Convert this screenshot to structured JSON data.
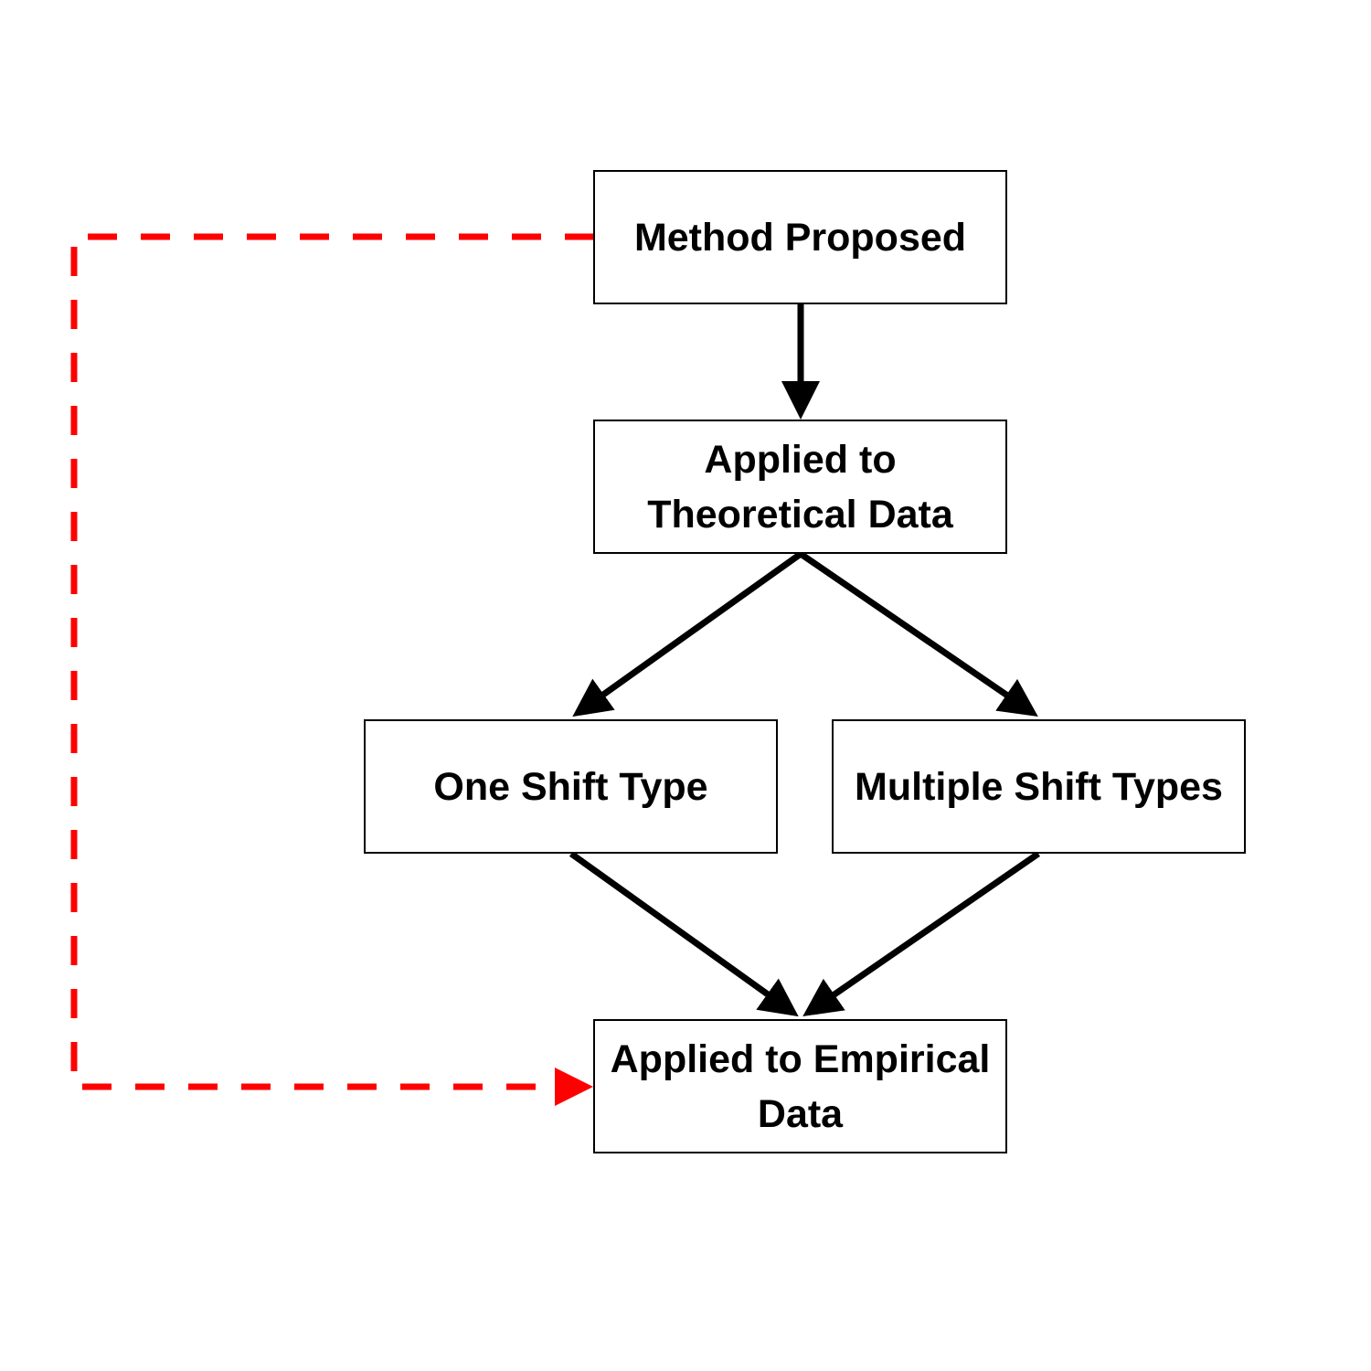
{
  "diagram": {
    "nodes": {
      "method": "Method Proposed",
      "theoretical": "Applied to Theoretical Data",
      "one_shift": "One Shift Type",
      "multiple_shift": "Multiple Shift Types",
      "empirical": "Applied to Empirical Data"
    },
    "edges": [
      {
        "from": "method",
        "to": "theoretical",
        "style": "solid"
      },
      {
        "from": "theoretical",
        "to": "one_shift",
        "style": "solid"
      },
      {
        "from": "theoretical",
        "to": "multiple_shift",
        "style": "solid"
      },
      {
        "from": "one_shift",
        "to": "empirical",
        "style": "solid"
      },
      {
        "from": "multiple_shift",
        "to": "empirical",
        "style": "solid"
      },
      {
        "from": "method",
        "to": "empirical",
        "style": "dashed"
      }
    ],
    "colors": {
      "solid_arrow": "#000000",
      "dashed_arrow": "#ff0000",
      "box_border": "#000000",
      "text": "#000000"
    }
  }
}
